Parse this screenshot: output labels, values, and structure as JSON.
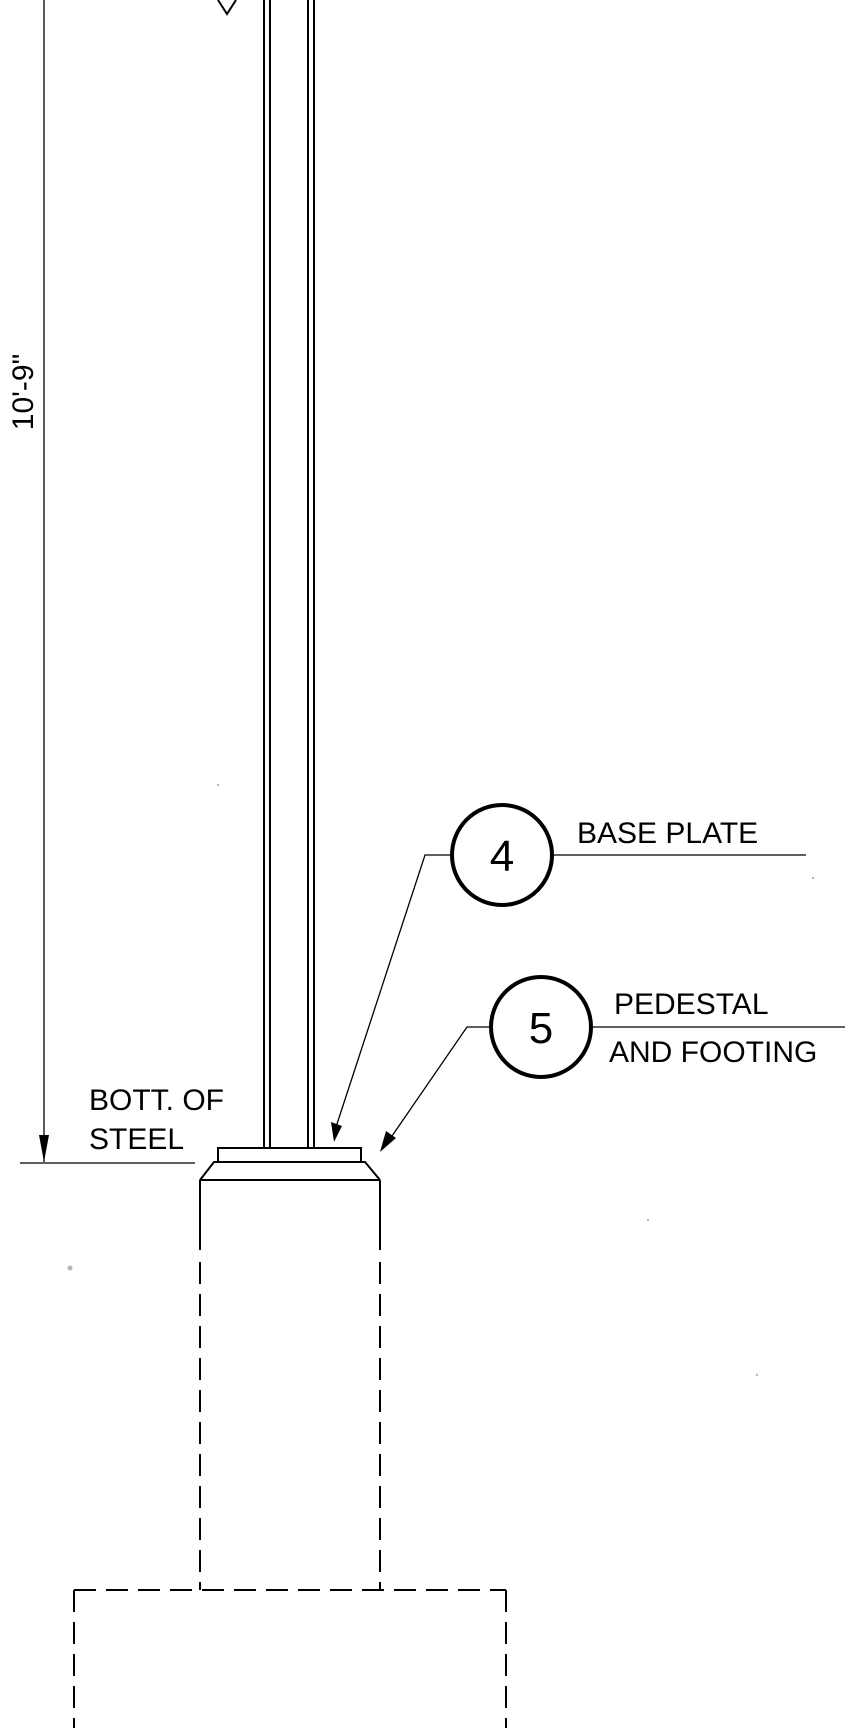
{
  "dimension": {
    "value": "10'-9\""
  },
  "callouts": [
    {
      "number": "4",
      "label_line1": "BASE PLATE",
      "label_line2": ""
    },
    {
      "number": "5",
      "label_line1": "PEDESTAL",
      "label_line2": "AND FOOTING"
    }
  ],
  "labels": {
    "bottom_of_steel_line1": "BOTT. OF",
    "bottom_of_steel_line2": "STEEL"
  }
}
